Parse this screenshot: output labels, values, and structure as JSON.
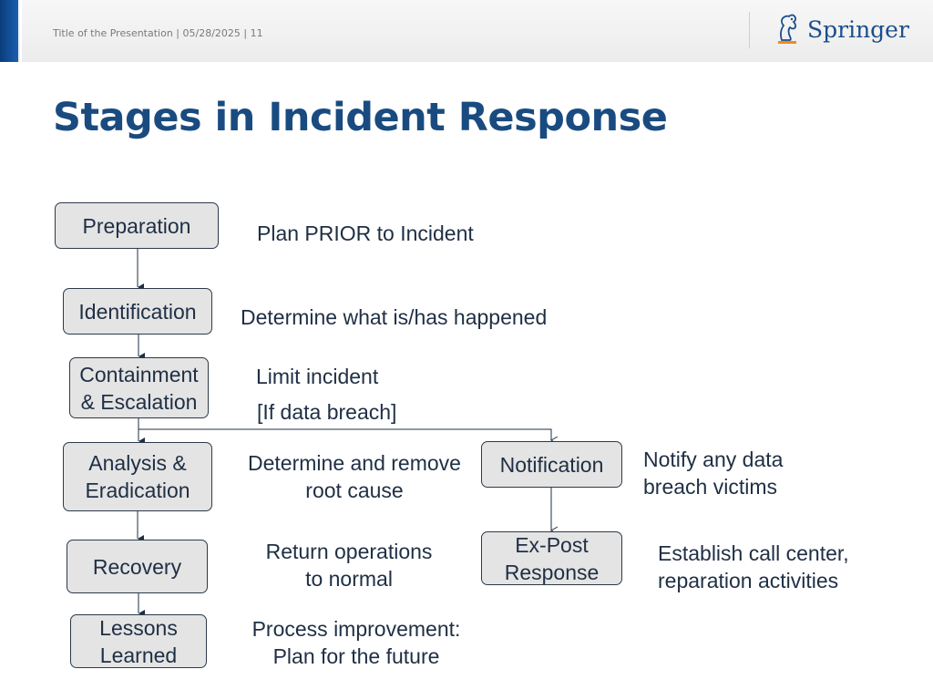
{
  "header": {
    "meta": "Title of the Presentation | 05/28/2025 | 11",
    "logo_text": "Springer"
  },
  "title": "Stages in Incident Response",
  "stages": {
    "preparation": "Preparation",
    "identification": "Identification",
    "containment": "Containment\n& Escalation",
    "analysis": "Analysis &\nEradication",
    "recovery": "Recovery",
    "lessons": "Lessons\nLearned",
    "notification": "Notification",
    "expost": "Ex-Post\nResponse"
  },
  "descriptions": {
    "preparation": "Plan PRIOR to Incident",
    "identification": "Determine what is/has happened",
    "containment": "Limit incident",
    "branch_condition": "[If data breach]",
    "analysis": "Determine and remove\nroot cause",
    "recovery": "Return operations\nto normal",
    "lessons": "Process improvement:\nPlan for the future",
    "notification": "Notify any data\nbreach victims",
    "expost": "Establish call center,\nreparation activities"
  },
  "colors": {
    "brand_blue": "#1a4b80",
    "box_fill": "#e4e4e4",
    "box_border": "#2d3a4a",
    "text": "#1f2f44"
  }
}
